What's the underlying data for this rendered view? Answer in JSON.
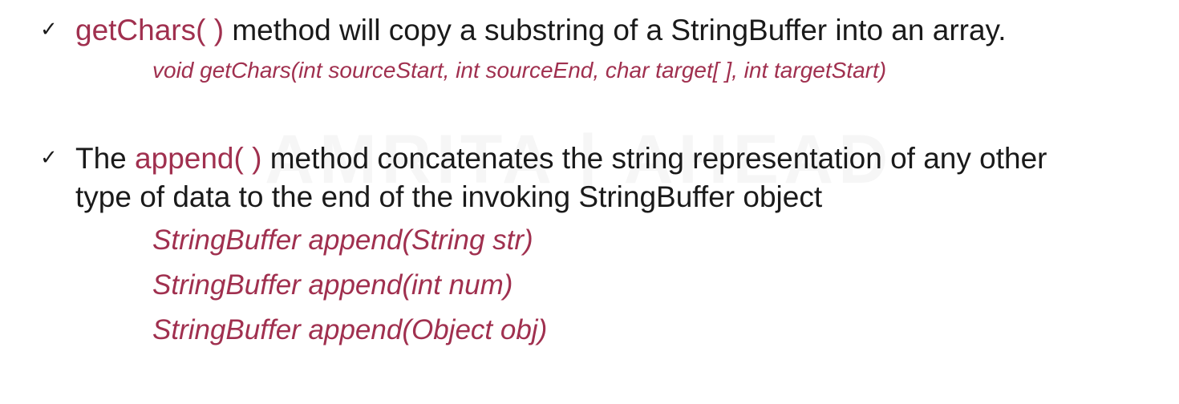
{
  "watermark": "AMRITA | AHEAD",
  "bullets": [
    {
      "check": "✓",
      "keyword": "getChars( )",
      "text_after": " method will copy a substring of a StringBuffer into an array.",
      "signatures": [
        "void getChars(int sourceStart, int sourceEnd, char target[ ], int targetStart)"
      ]
    },
    {
      "check": "✓",
      "text_before": "The ",
      "keyword": "append( )",
      "text_after": " method concatenates the string representation of any other",
      "line2": "type of data to the end of the invoking StringBuffer object",
      "signatures": [
        "StringBuffer append(String str)",
        "StringBuffer append(int num)",
        "StringBuffer append(Object obj)"
      ]
    }
  ],
  "colors": {
    "keyword": "#a0304f",
    "text": "#1a1a1a",
    "background": "#ffffff"
  }
}
